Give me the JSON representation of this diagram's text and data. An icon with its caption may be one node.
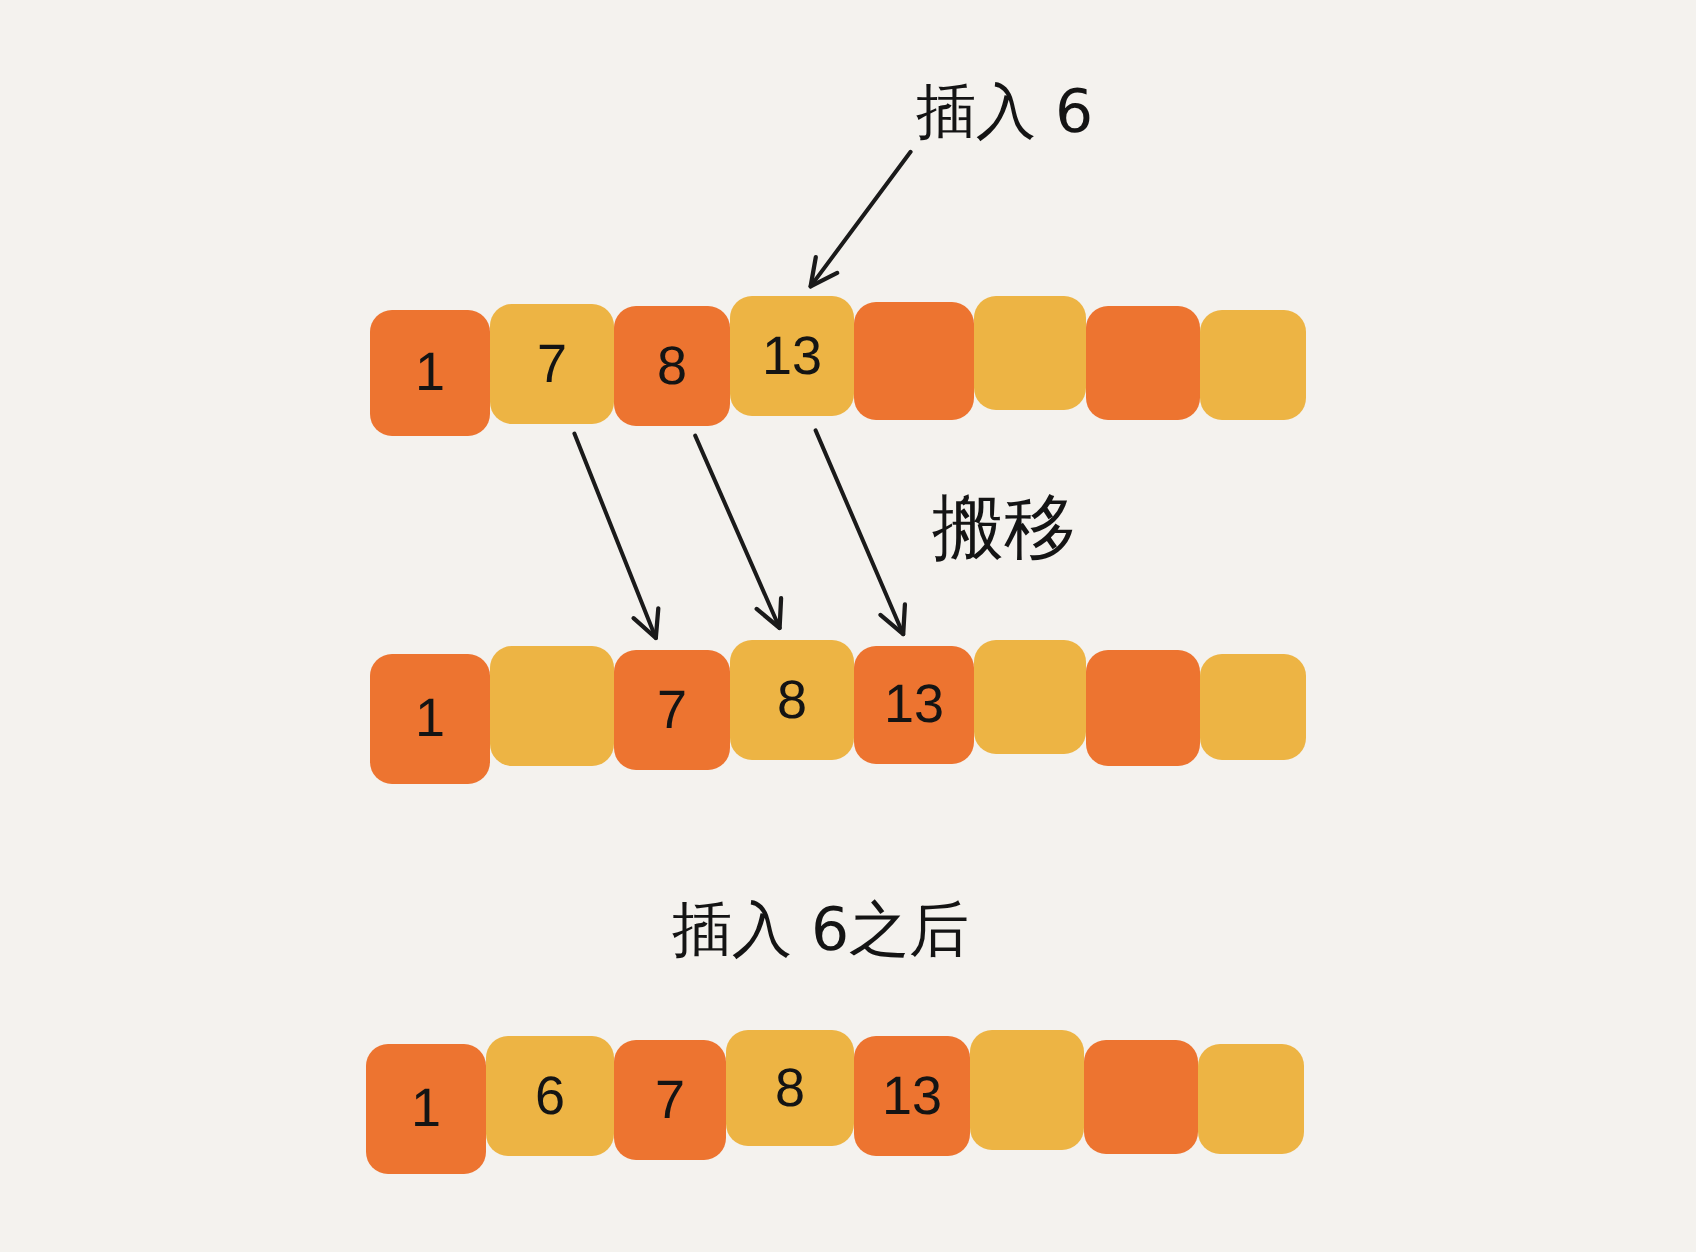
{
  "diagram": {
    "nodes": [
      {
        "text": [
          "插入 6"
        ]
      },
      {
        "text": [
          "1"
        ]
      },
      {
        "text": [
          "7"
        ]
      },
      {
        "text": [
          "8"
        ]
      },
      {
        "text": [
          "13"
        ]
      },
      {
        "text": [],
        "shape": "box"
      },
      {
        "text": [],
        "shape": "box"
      },
      {
        "text": [],
        "shape": "box"
      },
      {
        "text": [],
        "shape": "box"
      },
      {
        "text": [
          "1"
        ]
      },
      {
        "text": [],
        "shape": "box"
      },
      {
        "text": [
          "7"
        ]
      },
      {
        "text": [
          "8"
        ]
      },
      {
        "text": [
          "13"
        ]
      },
      {
        "text": [],
        "shape": "box"
      },
      {
        "text": [],
        "shape": "box"
      },
      {
        "text": [],
        "shape": "box"
      },
      {
        "text": [
          "1"
        ]
      },
      {
        "text": [
          "6"
        ]
      },
      {
        "text": [
          "7"
        ]
      },
      {
        "text": [
          "8"
        ]
      },
      {
        "text": [
          "13"
        ]
      },
      {
        "text": [],
        "shape": "box"
      },
      {
        "text": [],
        "shape": "box"
      },
      {
        "text": [],
        "shape": "box"
      }
    ],
    "edges": [
      {
        "from": 0,
        "to": 4,
        "arrow": "to"
      },
      {
        "from": 2,
        "to": 11,
        "arrow": "to"
      },
      {
        "from": 3,
        "to": 12,
        "arrow": "to"
      },
      {
        "from": 4,
        "to": 13,
        "arrow": "to"
      }
    ],
    "labels": [
      "搬移",
      "插入 6之后"
    ]
  }
}
